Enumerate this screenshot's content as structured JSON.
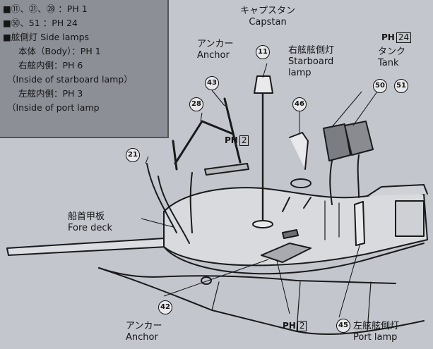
{
  "legend": {
    "line1": "■⑪、㉑、㉘ ：PH 1",
    "line2": "■㊿、51 ：PH 24",
    "line3": "■舷側灯 Side lamps",
    "line4": "本体（Body）：PH 1",
    "line5": "右舷内側：PH 6",
    "line6": "（Inside of starboard lamp）",
    "line7": "左舷内側：PH 3",
    "line8": "（Inside of port lamp"
  },
  "labels": {
    "capstan_jp": "キャプスタン",
    "capstan_en": "Capstan",
    "anchor_top_jp": "アンカー",
    "anchor_top_en": "Anchor",
    "starboard_jp": "右舷舷側灯",
    "starboard_en1": "Starboard",
    "starboard_en2": "lamp",
    "tank_jp": "タンク",
    "tank_en": "Tank",
    "foredeck_jp": "船首甲板",
    "foredeck_en": "Fore deck",
    "anchor_bottom_jp": "アンカー",
    "anchor_bottom_en": "Anchor",
    "port_jp": "左舷舷側灯",
    "port_en": "Port lamp"
  },
  "parts": {
    "p11": "11",
    "p21": "21",
    "p28": "28",
    "p42": "42",
    "p43": "43",
    "p45": "45",
    "p46": "46",
    "p50": "50",
    "p51": "51"
  },
  "paint_codes": {
    "ph": "PH",
    "anchor_top": "2",
    "tank": "24",
    "anchor_bottom": "2"
  }
}
